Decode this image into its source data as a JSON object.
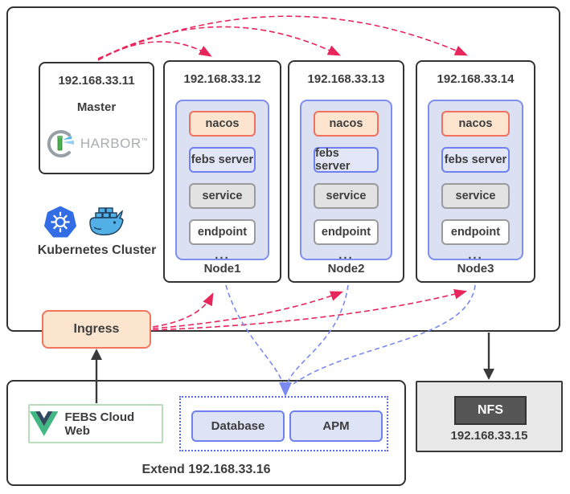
{
  "cluster": {
    "label": "Kubernetes Cluster",
    "master": {
      "ip": "192.168.33.11",
      "role": "Master",
      "registry": "HARBOR",
      "registry_tm": "™"
    },
    "nodes": [
      {
        "ip": "192.168.33.12",
        "name": "Node1"
      },
      {
        "ip": "192.168.33.13",
        "name": "Node2"
      },
      {
        "ip": "192.168.33.14",
        "name": "Node3"
      }
    ],
    "pod_items": {
      "nacos": "nacos",
      "febs": "febs server",
      "service": "service",
      "endpoint": "endpoint",
      "more": "..."
    }
  },
  "ingress": {
    "label": "Ingress"
  },
  "extend": {
    "label": "Extend 192.168.33.16",
    "web": {
      "label": "FEBS Cloud Web"
    },
    "middleware": {
      "database": "Database",
      "apm": "APM"
    }
  },
  "nfs": {
    "label": "NFS",
    "ip": "192.168.33.15"
  },
  "colors": {
    "box_border": "#333333",
    "arrow_red": "#e8265c",
    "arrow_blue": "#7b8af0",
    "arrow_black": "#3a3a3a",
    "nacos_fill": "#fce4cf",
    "nacos_border": "#ef715e",
    "pod_container_fill": "#dbe0f2",
    "pod_container_border": "#7e8ef1",
    "febs_fill": "#e2e6f7",
    "febs_border": "#6f80f0",
    "service_fill": "#e2e2e2",
    "service_border": "#9b9b9b",
    "ingress_fill": "#fce5ce",
    "ingress_border": "#f2765c",
    "web_border": "#b9ddb8",
    "dotted_border": "#5b6cf0",
    "nfs_fill": "#e8e8e8",
    "nfs_badge": "#565656",
    "kubernetes_blue": "#326de6",
    "docker_blue": "#52b0e7",
    "vue_green": "#41b883",
    "vue_dark": "#34495e"
  }
}
